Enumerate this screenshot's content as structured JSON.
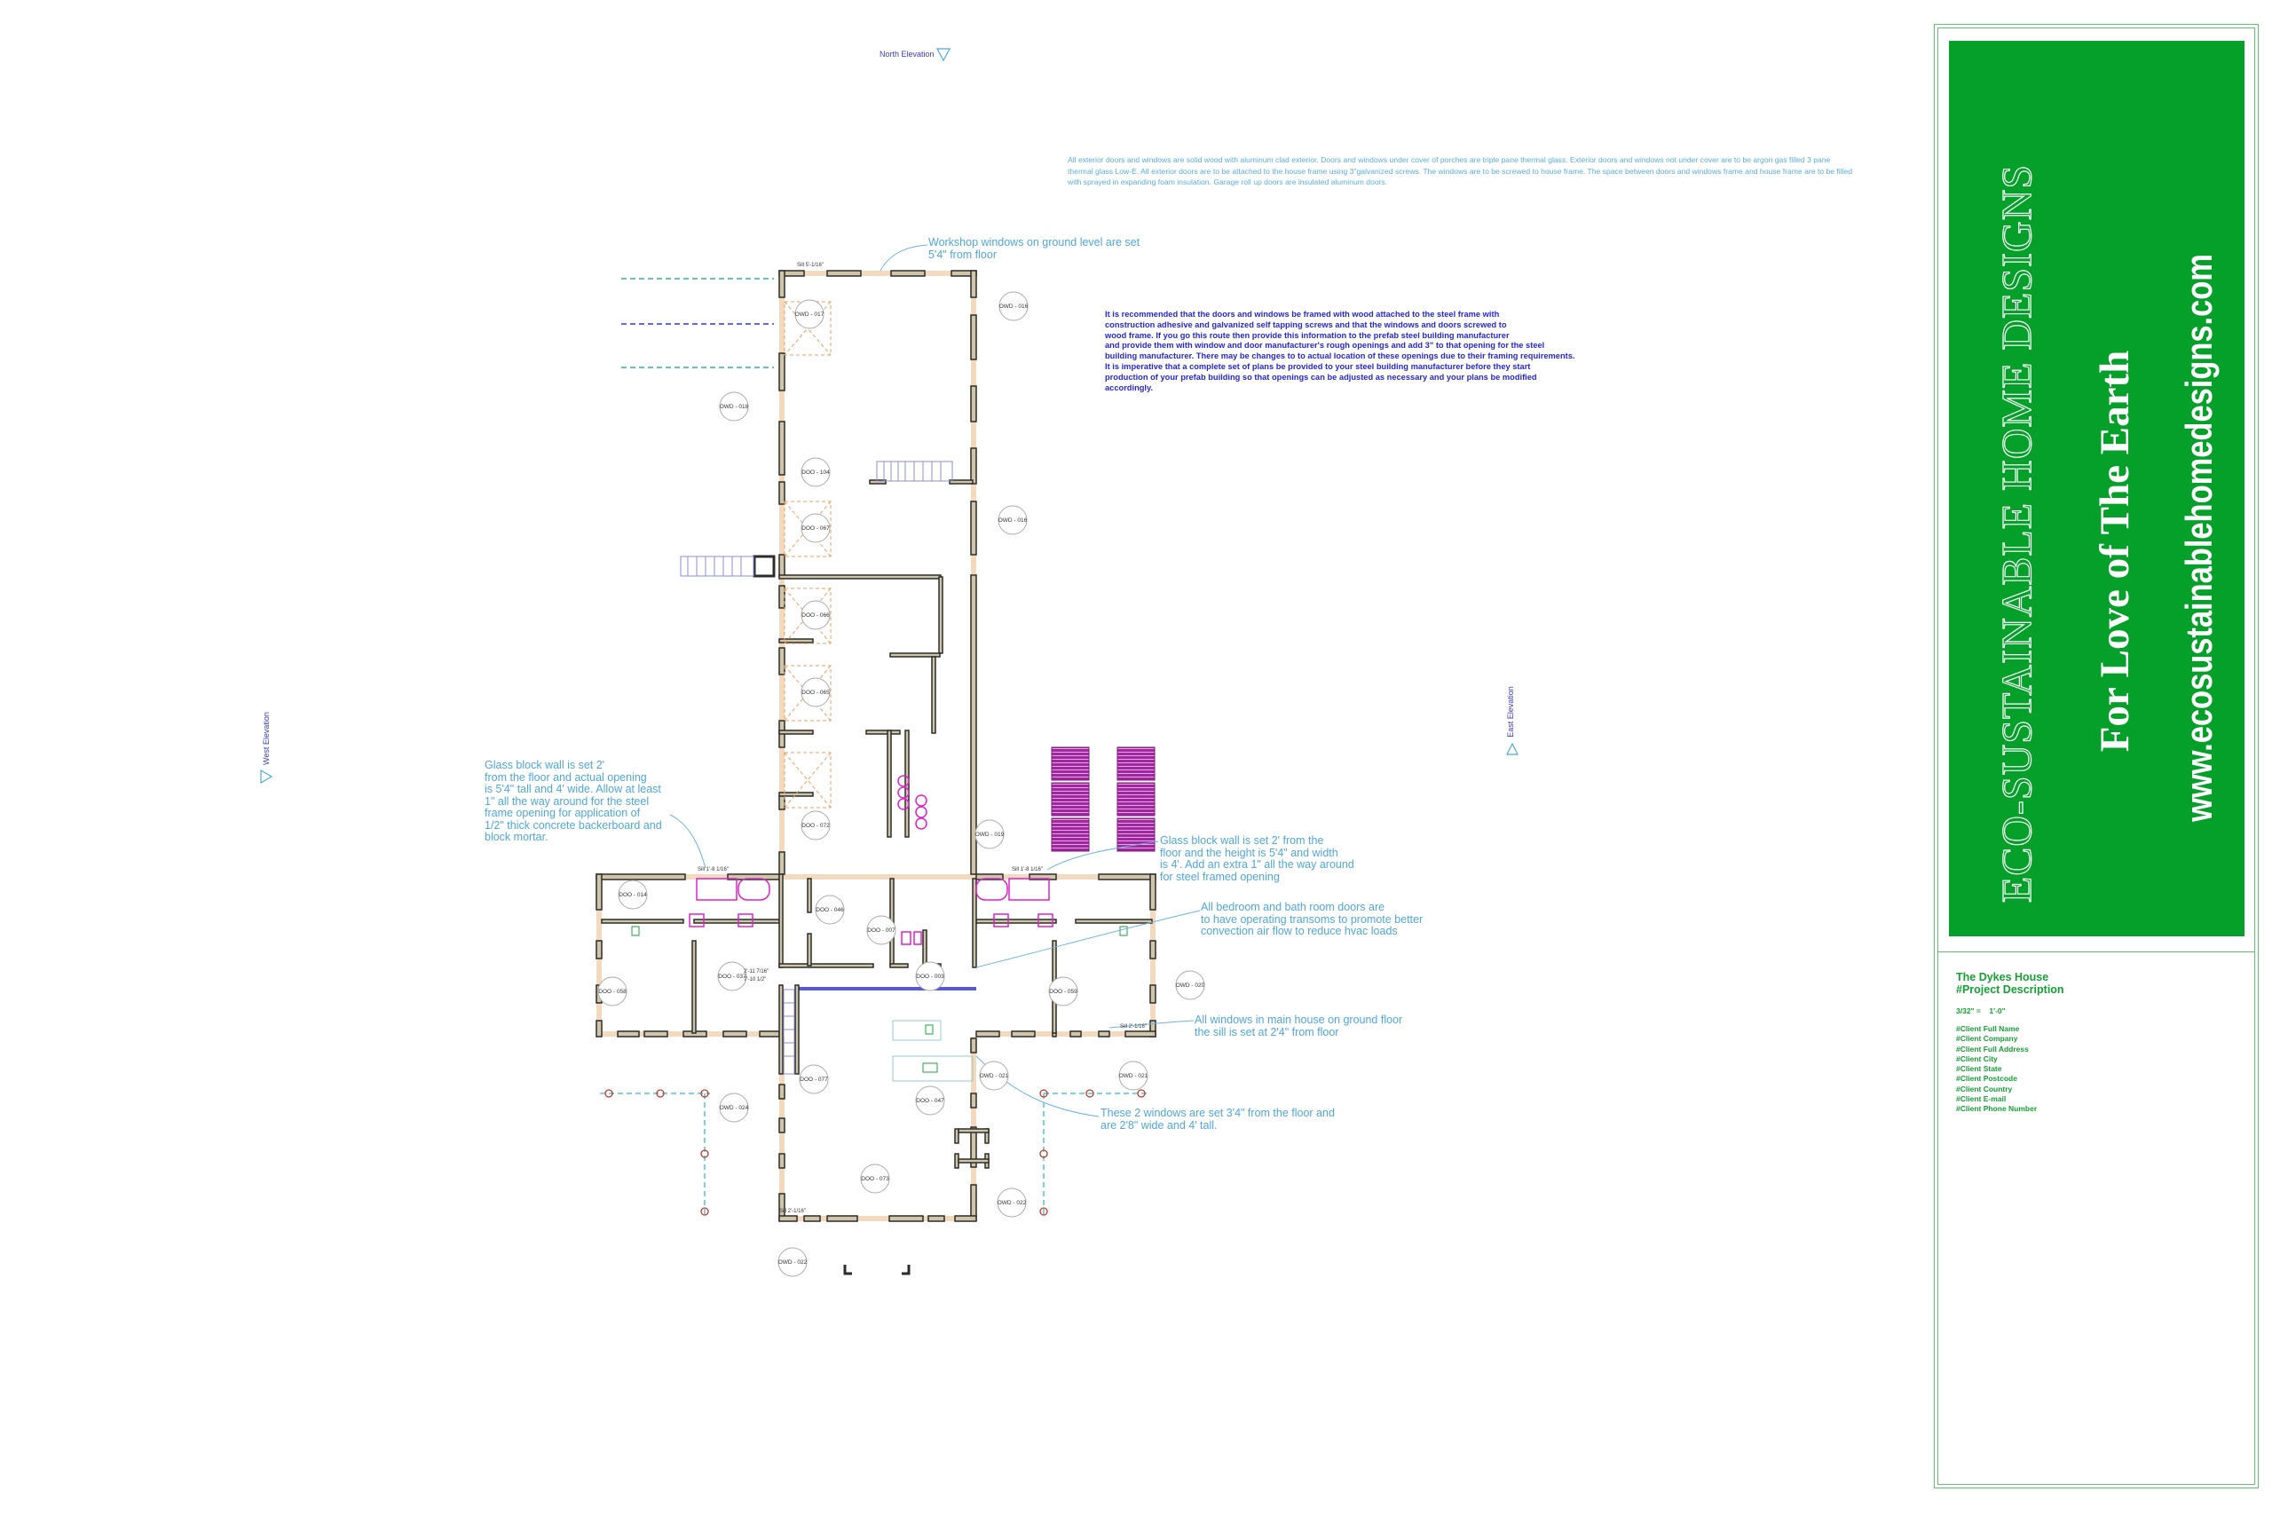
{
  "elevations": {
    "north": "North Elevation",
    "west": "West Elevation",
    "east": "East Elevation"
  },
  "spec_note": [
    "All exterior doors and windows are solid wood with aluminum clad exterior.  Doors and windows under cover of porches are triple pane thermal glass. Exterior doors and windows not under cover are to be argon gas filled 3 pane",
    "thermal glass Low-E.  All exterior doors are to be attached to the house frame using 3\"galvanized screws.  The windows are to be screwed to house frame. The space between doors and windows frame and house frame are to be filled",
    "with sprayed in expanding foam insulation. Garage roll up doors are insulated aluminum doors."
  ],
  "recommendation_note": [
    "It is recommended that the doors and windows be framed with wood attached to the steel frame with",
    "construction adhesive and galvanized self tapping screws and that the windows and doors screwed to",
    "wood frame. If you go this route then provide this information to the prefab steel building manufacturer",
    "and provide them with window and door manufacturer's rough openings and add 3\" to that opening for the steel",
    "building manufacturer.  There may be changes to to actual location of these openings due to their framing requirements.",
    "It is imperative that a complete set of plans be provided to your steel building manufacturer before they start",
    "production of your prefab building so that openings can be adjusted as necessary and your plans be modified",
    "accordingly."
  ],
  "annotations": {
    "workshop_windows": [
      "Workshop windows on ground level are set",
      "5'4\" from floor"
    ],
    "glass_block_left": [
      "Glass block wall is set 2'",
      "from the floor and actual opening",
      "is 5'4\" tall and 4' wide. Allow at least",
      "1\" all the way around for the steel",
      "frame opening for application of",
      "1/2\" thick concrete backerboard and",
      "block mortar."
    ],
    "glass_block_right": [
      "Glass block wall is set 2' from the",
      "floor and the height is 5'4\" and width",
      "is 4'. Add an extra 1\" all the way around",
      "for steel framed opening"
    ],
    "transoms": [
      "All bedroom and bath room doors are",
      "to have operating transoms to promote better",
      "convection air flow to reduce hvac loads"
    ],
    "main_windows": [
      "All windows in main house on ground floor",
      "the sill is set at 2'4\" from floor"
    ],
    "two_windows": [
      "These 2 windows are set 3'4\" from the floor and",
      "are 2'8\" wide and 4' tall."
    ]
  },
  "tags": [
    "OWD - 017",
    "OWD - 016",
    "OWD - 018",
    "DOO - 104",
    "OWD - 016",
    "DOO - 067",
    "DOO - 066",
    "DOO - 065",
    "DOO - 072",
    "OWD - 019",
    "DOO - 014",
    "DOO - 046",
    "DOO - 037",
    "DOO - 058",
    "DOO - 059",
    "OWD - 020",
    "OWD - 021",
    "OWD - 021",
    "DOO - 077",
    "OWD - 024",
    "DOO - 047",
    "DOO - 073",
    "OWD - 022",
    "OWD - 022",
    "DOO - 003",
    "DOO - 007"
  ],
  "dimensions": {
    "sill_top": "Sill 5'-1/16\"",
    "sill_left_bath": "Sill 1'-8 1/16\"",
    "sill_right_bath": "Sill 1'-8 1/16\"",
    "sill_porch": "Sill 2'-1/16\"",
    "sill_right_wing": "Sill 2'-1/16\"",
    "dim_door": "2'-11 7/16\"",
    "dim_height": "7'-10 1/2\""
  },
  "title_block": {
    "brand": "ECO-SUSTAINABLE HOME DESIGNS",
    "slogan": "For Love of The Earth",
    "url": "www.ecosustainablehomedesigns.com",
    "project_name": "The Dykes House",
    "project_description": "#Project Description",
    "scale": "3/32\" =    1'-0\"",
    "client_fields": [
      "#Client Full Name",
      "#Client Company",
      "#Client Full Address",
      "#Client City",
      "#Client State",
      "#Client Postcode",
      "#Client Country",
      "#Client E-mail",
      "#Client Phone Number"
    ],
    "colors": {
      "green": "#05a02a",
      "text_green": "#15a034"
    }
  }
}
